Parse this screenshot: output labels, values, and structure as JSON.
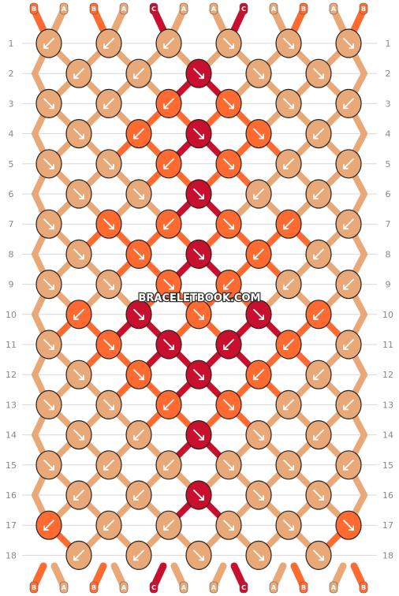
{
  "watermark": "BRACELETBOOK.COM",
  "colors": {
    "A": "#e8a878",
    "B": "#ff6a30",
    "C": "#c8102e"
  },
  "strands": [
    "B",
    "A",
    "B",
    "A",
    "C",
    "A",
    "A",
    "C",
    "A",
    "B",
    "A",
    "B"
  ],
  "row_labels": [
    "1",
    "2",
    "3",
    "4",
    "5",
    "6",
    "7",
    "8",
    "9",
    "10",
    "11",
    "12",
    "13",
    "14",
    "15",
    "16",
    "17",
    "18"
  ],
  "knots": [
    [
      "A",
      "A",
      "A",
      "A",
      "A",
      "A"
    ],
    [
      "A",
      "A",
      "C",
      "A",
      "A"
    ],
    [
      "A",
      "A",
      "B",
      "B",
      "A",
      "A"
    ],
    [
      "A",
      "B",
      "C",
      "B",
      "A"
    ],
    [
      "A",
      "A",
      "B",
      "B",
      "A",
      "A"
    ],
    [
      "A",
      "A",
      "C",
      "A",
      "A"
    ],
    [
      "A",
      "B",
      "B",
      "B",
      "B",
      "A"
    ],
    [
      "A",
      "B",
      "C",
      "B",
      "A"
    ],
    [
      "A",
      "A",
      "B",
      "B",
      "A",
      "A"
    ],
    [
      "B",
      "C",
      "B",
      "C",
      "B"
    ],
    [
      "A",
      "B",
      "C",
      "C",
      "B",
      "A"
    ],
    [
      "A",
      "B",
      "C",
      "B",
      "A"
    ],
    [
      "A",
      "A",
      "B",
      "B",
      "A",
      "A"
    ],
    [
      "A",
      "A",
      "C",
      "A",
      "A"
    ],
    [
      "A",
      "A",
      "A",
      "A",
      "A",
      "A"
    ],
    [
      "A",
      "A",
      "C",
      "A",
      "A"
    ],
    [
      "B",
      "A",
      "A",
      "A",
      "A",
      "B"
    ],
    [
      "A",
      "A",
      "A",
      "A",
      "A"
    ]
  ],
  "arrows": [
    [
      "sw",
      "sw",
      "sw",
      "se",
      "se",
      "se"
    ],
    [
      "sw",
      "sw",
      "se",
      "se",
      "se"
    ],
    [
      "se",
      "sw",
      "sw",
      "se",
      "se",
      "sw"
    ],
    [
      "se",
      "sw",
      "se",
      "se",
      "sw"
    ],
    [
      "se",
      "se",
      "sw",
      "se",
      "sw",
      "sw"
    ],
    [
      "se",
      "se",
      "se",
      "sw",
      "sw"
    ],
    [
      "se",
      "se",
      "sw",
      "se",
      "sw",
      "sw"
    ],
    [
      "se",
      "se",
      "se",
      "sw",
      "sw"
    ],
    [
      "se",
      "se",
      "se",
      "sw",
      "sw",
      "sw"
    ],
    [
      "sw",
      "se",
      "se",
      "se",
      "sw"
    ],
    [
      "se",
      "se",
      "se",
      "sw",
      "sw",
      "sw"
    ],
    [
      "se",
      "se",
      "se",
      "sw",
      "sw"
    ],
    [
      "se",
      "se",
      "sw",
      "se",
      "sw",
      "sw"
    ],
    [
      "se",
      "sw",
      "se",
      "se",
      "sw"
    ],
    [
      "se",
      "sw",
      "sw",
      "se",
      "se",
      "sw"
    ],
    [
      "sw",
      "sw",
      "se",
      "se",
      "se"
    ],
    [
      "sw",
      "sw",
      "sw",
      "se",
      "se",
      "se"
    ],
    [
      "sw",
      "sw",
      "se",
      "se",
      "se"
    ]
  ]
}
